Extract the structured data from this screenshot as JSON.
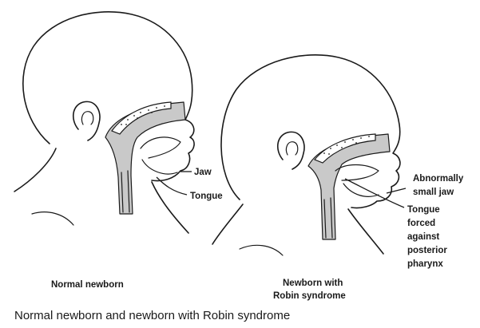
{
  "figure": {
    "caption": "Normal newborn and newborn with Robin syndrome",
    "left_panel": {
      "title": "Normal newborn",
      "labels": {
        "jaw": "Jaw",
        "tongue": "Tongue"
      }
    },
    "right_panel": {
      "title_line1": "Newborn with",
      "title_line2": "Robin syndrome",
      "labels": {
        "jaw_line1": "Abnormally",
        "jaw_line2": "small jaw",
        "tongue_line1": "Tongue",
        "tongue_line2": "forced",
        "tongue_line3": "against",
        "tongue_line4": "posterior",
        "tongue_line5": "pharynx"
      }
    },
    "colors": {
      "line": "#1a1a1a",
      "airway_fill": "#c9c9c9",
      "background": "#ffffff"
    }
  }
}
